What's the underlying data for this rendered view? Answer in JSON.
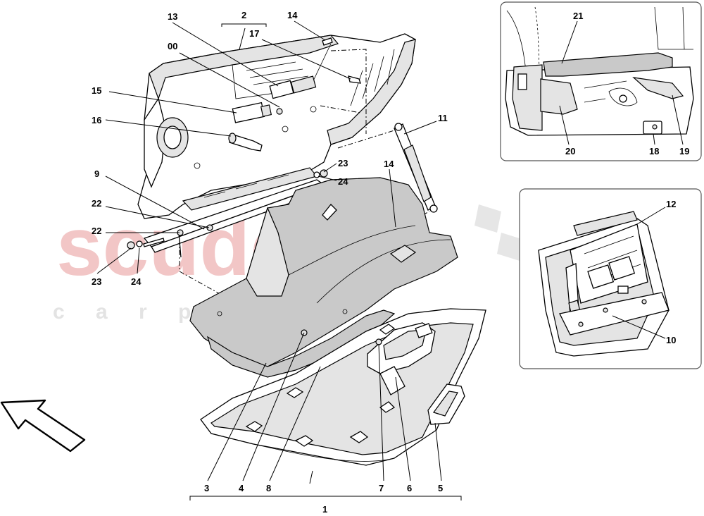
{
  "watermark": {
    "brand": "scuderia",
    "sub": "c a r   p a r t s",
    "brand_color": "#f2c6c6",
    "sub_color": "#e3e3e3"
  },
  "callouts": {
    "c1": "1",
    "c2": "2",
    "c3": "3",
    "c4": "4",
    "c5": "5",
    "c6": "6",
    "c7": "7",
    "c8": "8",
    "c9": "9",
    "c10": "10",
    "c11": "11",
    "c12": "12",
    "c13": "13",
    "c14a": "14",
    "c14b": "14",
    "c15": "15",
    "c16": "16",
    "c17": "17",
    "c18": "18",
    "c19": "19",
    "c20": "20",
    "c21": "21",
    "c22a": "22",
    "c22b": "22",
    "c23a": "23",
    "c23b": "23",
    "c24a": "24",
    "c24b": "24",
    "c00": "00"
  },
  "icons": {
    "direction_arrow": "direction-arrow-icon"
  }
}
